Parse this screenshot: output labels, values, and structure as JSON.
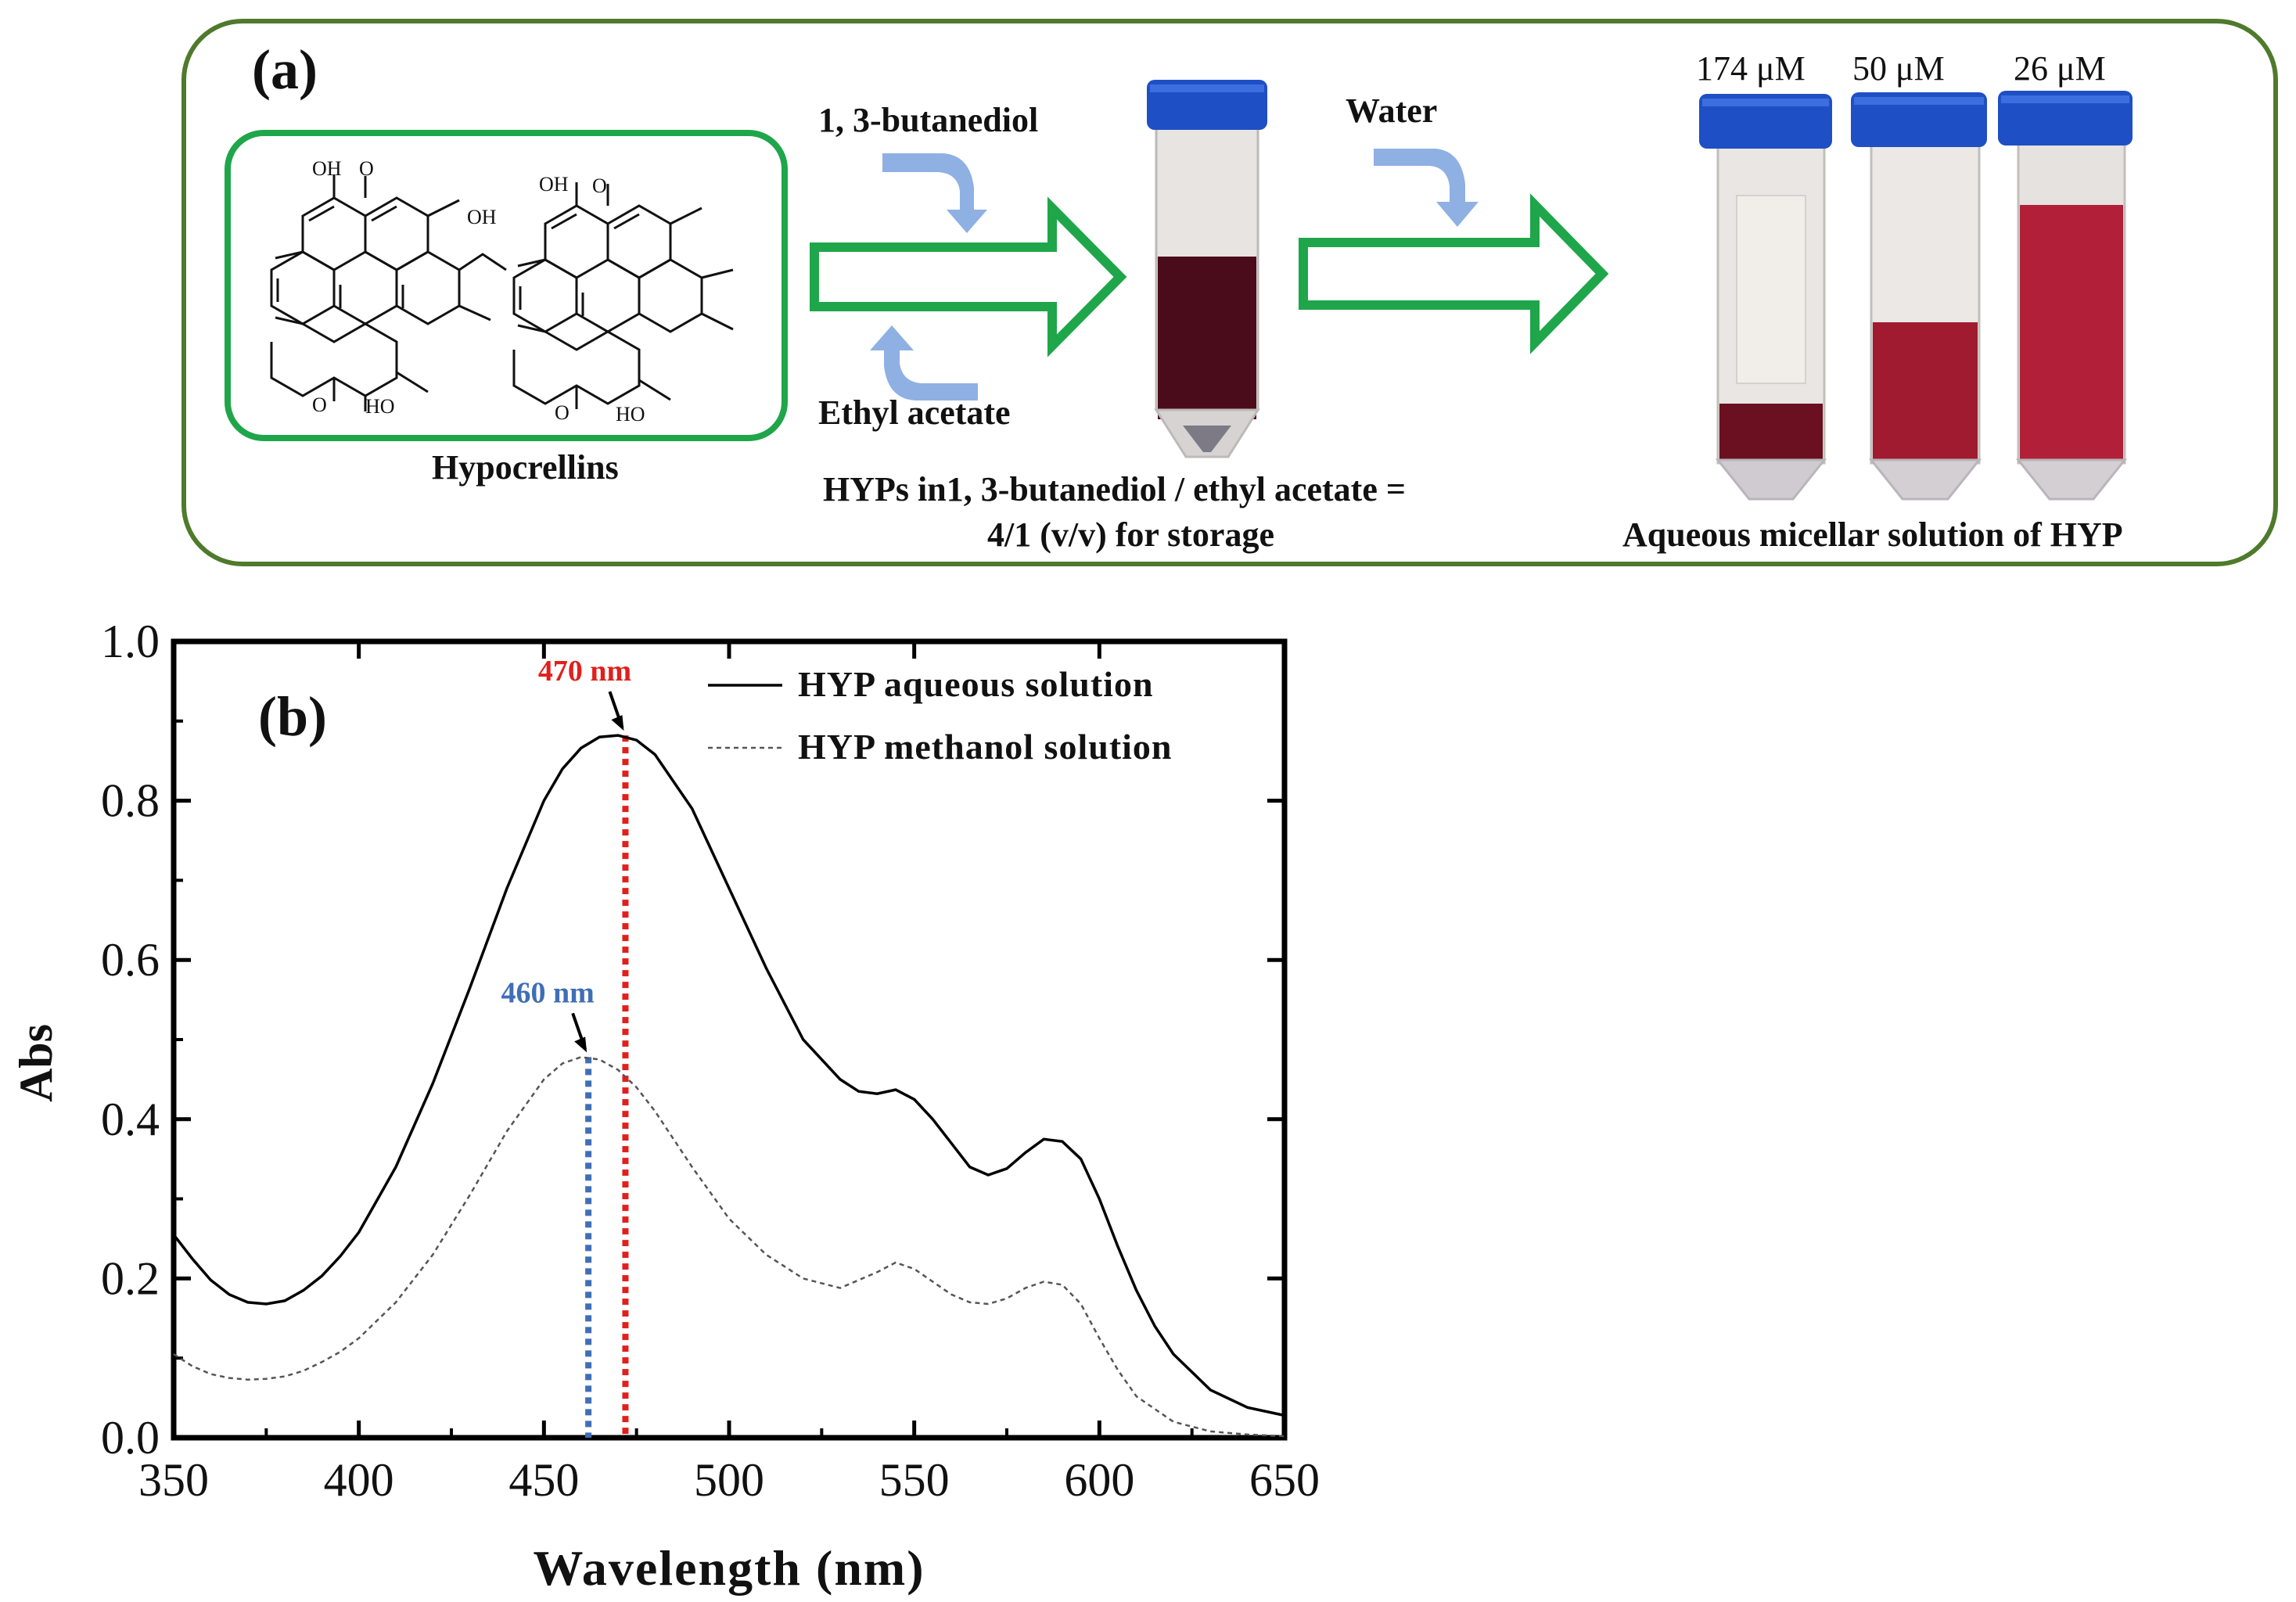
{
  "panel_a": {
    "label": "(a)",
    "structure_caption": "Hypocrellins",
    "solvent_in": "1, 3-butanediol",
    "solvent_out": "Ethyl acetate",
    "storage_line1": "HYPs in1, 3-butanediol / ethyl acetate =",
    "storage_line2": "4/1 (v/v) for storage",
    "water_label": "Water",
    "concentrations": [
      "174 μM",
      "50 μM",
      "26 μM"
    ],
    "micellar_caption": "Aqueous micellar solution of HYP",
    "chem_atoms": {
      "oh": "OH",
      "o": "O",
      "ho": "HO"
    }
  },
  "chart_data": {
    "type": "line",
    "panel_label": "(b)",
    "xlabel": "Wavelength (nm)",
    "ylabel": "Abs",
    "xlim": [
      350,
      650
    ],
    "ylim": [
      0,
      1.0
    ],
    "xticks": [
      "350",
      "400",
      "450",
      "500",
      "550",
      "600",
      "650"
    ],
    "yticks": [
      "0.0",
      "0.2",
      "0.4",
      "0.6",
      "0.8",
      "1.0"
    ],
    "legend_position": "top-right",
    "series": [
      {
        "name": "HYP aqueous solution",
        "style": "solid",
        "color": "#000000",
        "x": [
          350,
          355,
          360,
          365,
          370,
          375,
          380,
          385,
          390,
          395,
          400,
          410,
          420,
          430,
          440,
          450,
          455,
          460,
          465,
          470,
          475,
          480,
          490,
          500,
          510,
          520,
          530,
          535,
          540,
          545,
          550,
          555,
          560,
          565,
          570,
          575,
          580,
          585,
          590,
          595,
          600,
          605,
          610,
          615,
          620,
          630,
          640,
          650
        ],
        "y": [
          0.255,
          0.225,
          0.198,
          0.18,
          0.17,
          0.168,
          0.172,
          0.185,
          0.203,
          0.228,
          0.258,
          0.34,
          0.445,
          0.565,
          0.69,
          0.8,
          0.84,
          0.866,
          0.88,
          0.882,
          0.876,
          0.858,
          0.79,
          0.69,
          0.59,
          0.5,
          0.45,
          0.435,
          0.432,
          0.437,
          0.425,
          0.4,
          0.37,
          0.34,
          0.33,
          0.338,
          0.358,
          0.375,
          0.372,
          0.35,
          0.3,
          0.24,
          0.185,
          0.14,
          0.105,
          0.06,
          0.038,
          0.028
        ]
      },
      {
        "name": "HYP methanol solution",
        "style": "dashed",
        "color": "#555555",
        "x": [
          350,
          355,
          360,
          365,
          370,
          375,
          380,
          385,
          390,
          395,
          400,
          410,
          420,
          430,
          440,
          450,
          455,
          460,
          465,
          470,
          475,
          480,
          490,
          500,
          510,
          520,
          530,
          540,
          545,
          550,
          555,
          560,
          565,
          570,
          575,
          580,
          585,
          590,
          595,
          600,
          605,
          610,
          620,
          630,
          640,
          650
        ],
        "y": [
          0.105,
          0.09,
          0.08,
          0.075,
          0.073,
          0.074,
          0.077,
          0.084,
          0.095,
          0.108,
          0.125,
          0.17,
          0.23,
          0.305,
          0.385,
          0.45,
          0.47,
          0.478,
          0.475,
          0.462,
          0.44,
          0.41,
          0.34,
          0.275,
          0.23,
          0.2,
          0.188,
          0.208,
          0.22,
          0.212,
          0.196,
          0.18,
          0.17,
          0.168,
          0.175,
          0.188,
          0.196,
          0.192,
          0.168,
          0.125,
          0.085,
          0.052,
          0.02,
          0.008,
          0.004,
          0.002
        ]
      }
    ],
    "annotations": [
      {
        "text": "470 nm",
        "x": 472,
        "color": "#e0201c"
      },
      {
        "text": "460 nm",
        "x": 462,
        "color": "#3f6fb5"
      }
    ]
  },
  "colors": {
    "panel_border": "#4f7a2c",
    "green_arrow": "#1fa64a",
    "curved_arrow": "#8fb0e3",
    "cap": "#1e4fc4",
    "solution_dark": "#4a0c1a",
    "solution_red": "#a01a30",
    "peak_red": "#e0201c",
    "peak_blue": "#3f6fb5"
  },
  "icons": [
    "right-arrow-icon",
    "curved-arrow-icon",
    "tube-icon",
    "molecule-icon"
  ]
}
